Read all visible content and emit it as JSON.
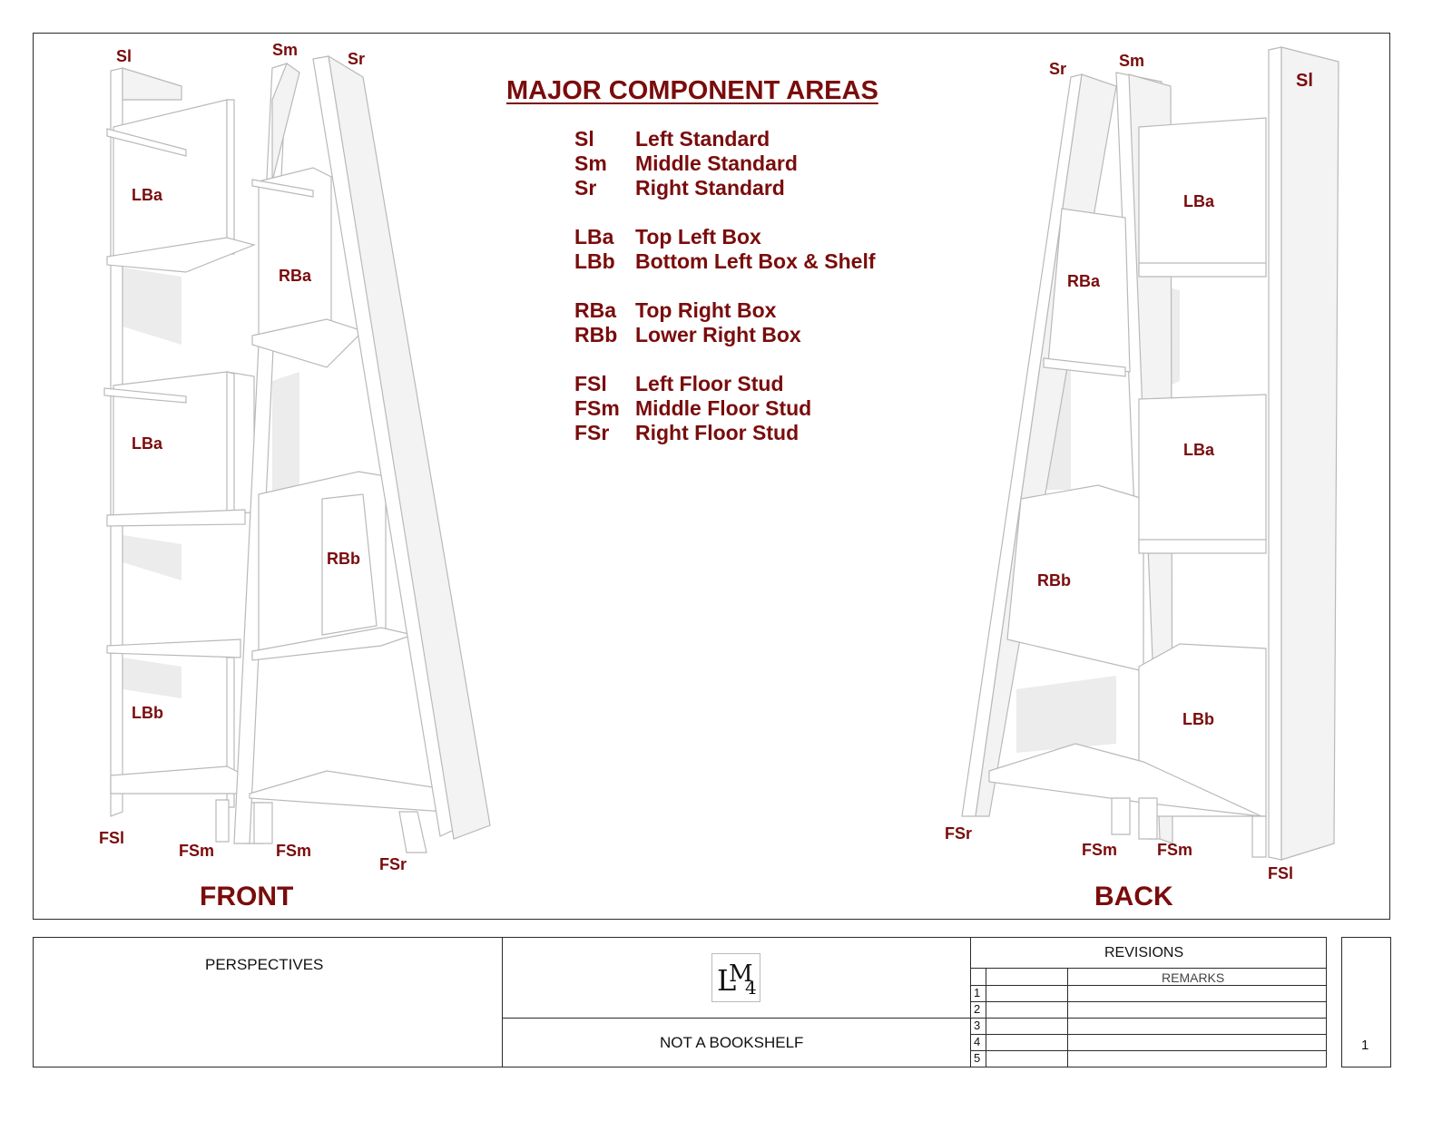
{
  "title": "MAJOR COMPONENT AREAS",
  "legend": [
    {
      "code": "Sl",
      "name": "Left Standard"
    },
    {
      "code": "Sm",
      "name": "Middle Standard"
    },
    {
      "code": "Sr",
      "name": "Right Standard"
    },
    {
      "code": "LBa",
      "name": "Top Left Box"
    },
    {
      "code": "LBb",
      "name": "Bottom Left Box & Shelf"
    },
    {
      "code": "RBa",
      "name": "Top Right Box"
    },
    {
      "code": "RBb",
      "name": "Lower Right Box"
    },
    {
      "code": "FSl",
      "name": "Left Floor Stud"
    },
    {
      "code": "FSm",
      "name": "Middle Floor Stud"
    },
    {
      "code": "FSr",
      "name": "Right Floor Stud"
    }
  ],
  "front": {
    "heading": "FRONT",
    "labels": {
      "sl": "Sl",
      "sm": "Sm",
      "sr": "Sr",
      "lba_top": "LBa",
      "lba_mid": "LBa",
      "lbb": "LBb",
      "rba": "RBa",
      "rbb": "RBb",
      "fsl": "FSl",
      "fsm_left": "FSm",
      "fsm_right": "FSm",
      "fsr": "FSr"
    }
  },
  "back": {
    "heading": "BACK",
    "labels": {
      "sr": "Sr",
      "sm": "Sm",
      "sl": "Sl",
      "lba_top": "LBa",
      "lba_mid": "LBa",
      "lbb": "LBb",
      "rba": "RBa",
      "rbb": "RBb",
      "fsr": "FSr",
      "fsm_left": "FSm",
      "fsm_right": "FSm",
      "fsl": "FSl"
    }
  },
  "title_block": {
    "sheet_title": "PERSPECTIVES",
    "project": "NOT A BOOKSHELF",
    "logo_text": "LM4",
    "revisions_label": "REVISIONS",
    "remarks_label": "REMARKS",
    "revision_numbers": [
      "1",
      "2",
      "3",
      "4",
      "5"
    ],
    "sheet_number": "1"
  }
}
